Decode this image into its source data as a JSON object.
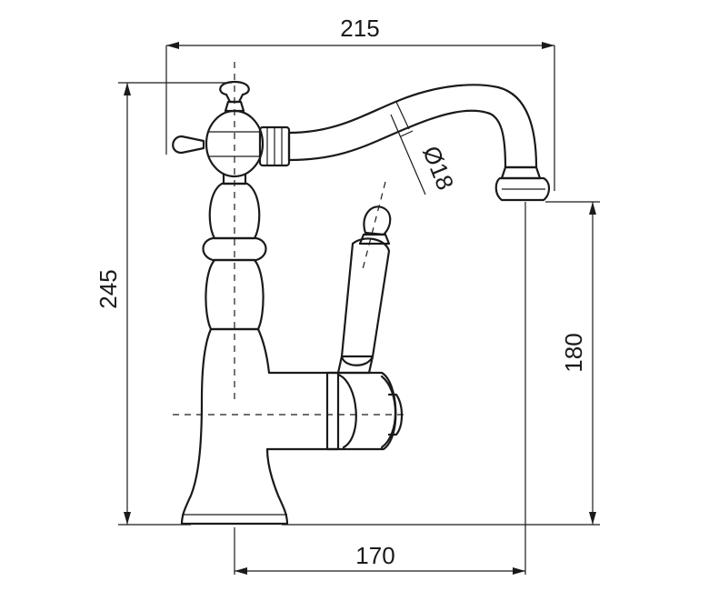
{
  "dimensions": {
    "overall_width": "215",
    "overall_height": "245",
    "spout_height": "180",
    "spout_reach": "170",
    "spout_diameter": "Ø18"
  },
  "colors": {
    "line": "#1a1a1a",
    "background": "#ffffff"
  }
}
